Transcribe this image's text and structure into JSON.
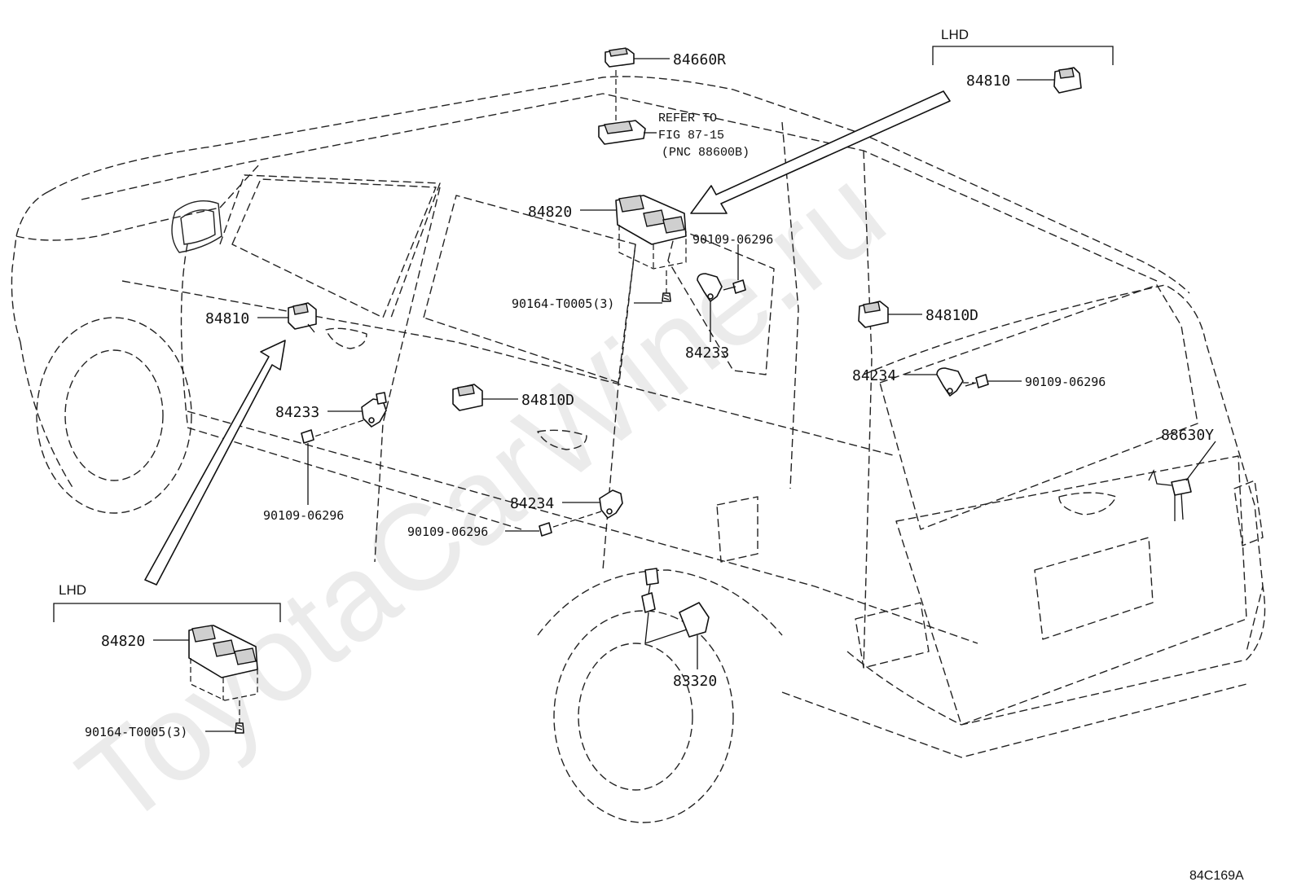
{
  "watermark": "ToyotaCarWine.ru",
  "figure_code": "84C169A",
  "groups": {
    "lhd_top": "LHD",
    "lhd_bottom": "LHD"
  },
  "reference_note": [
    "REFER TO",
    "FIG 87-15",
    "(PNC 88600B)"
  ],
  "callouts": {
    "p84660R": "84660R",
    "p84810_top": "84810",
    "p84820_center": "84820",
    "p90109_center": "90109-06296",
    "p90164_center": "90164-T0005(3)",
    "p84233_center": "84233",
    "p84810D_right": "84810D",
    "p84234_right": "84234",
    "p90109_right": "90109-06296",
    "p88630Y": "88630Y",
    "p84810_left": "84810",
    "p84233_left": "84233",
    "p84810D_mid": "84810D",
    "p90109_left": "90109-06296",
    "p84234_lower": "84234",
    "p90109_lower": "90109-06296",
    "p83320": "83320",
    "p84820_lhd": "84820",
    "p90164_lhd": "90164-T0005(3)"
  }
}
